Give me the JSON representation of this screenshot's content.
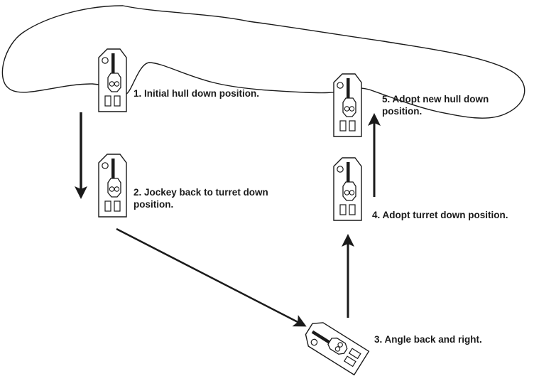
{
  "steps": [
    {
      "label": "1. Initial hull down position."
    },
    {
      "label": "2. Jockey back to turret down",
      "label_line2": "position."
    },
    {
      "label": "3. Angle back and right."
    },
    {
      "label": "4. Adopt turret down position."
    },
    {
      "label": "5. Adopt new hull down",
      "label_line2": "position."
    }
  ],
  "colors": {
    "ink": "#1a1a1a",
    "background": "#ffffff"
  }
}
